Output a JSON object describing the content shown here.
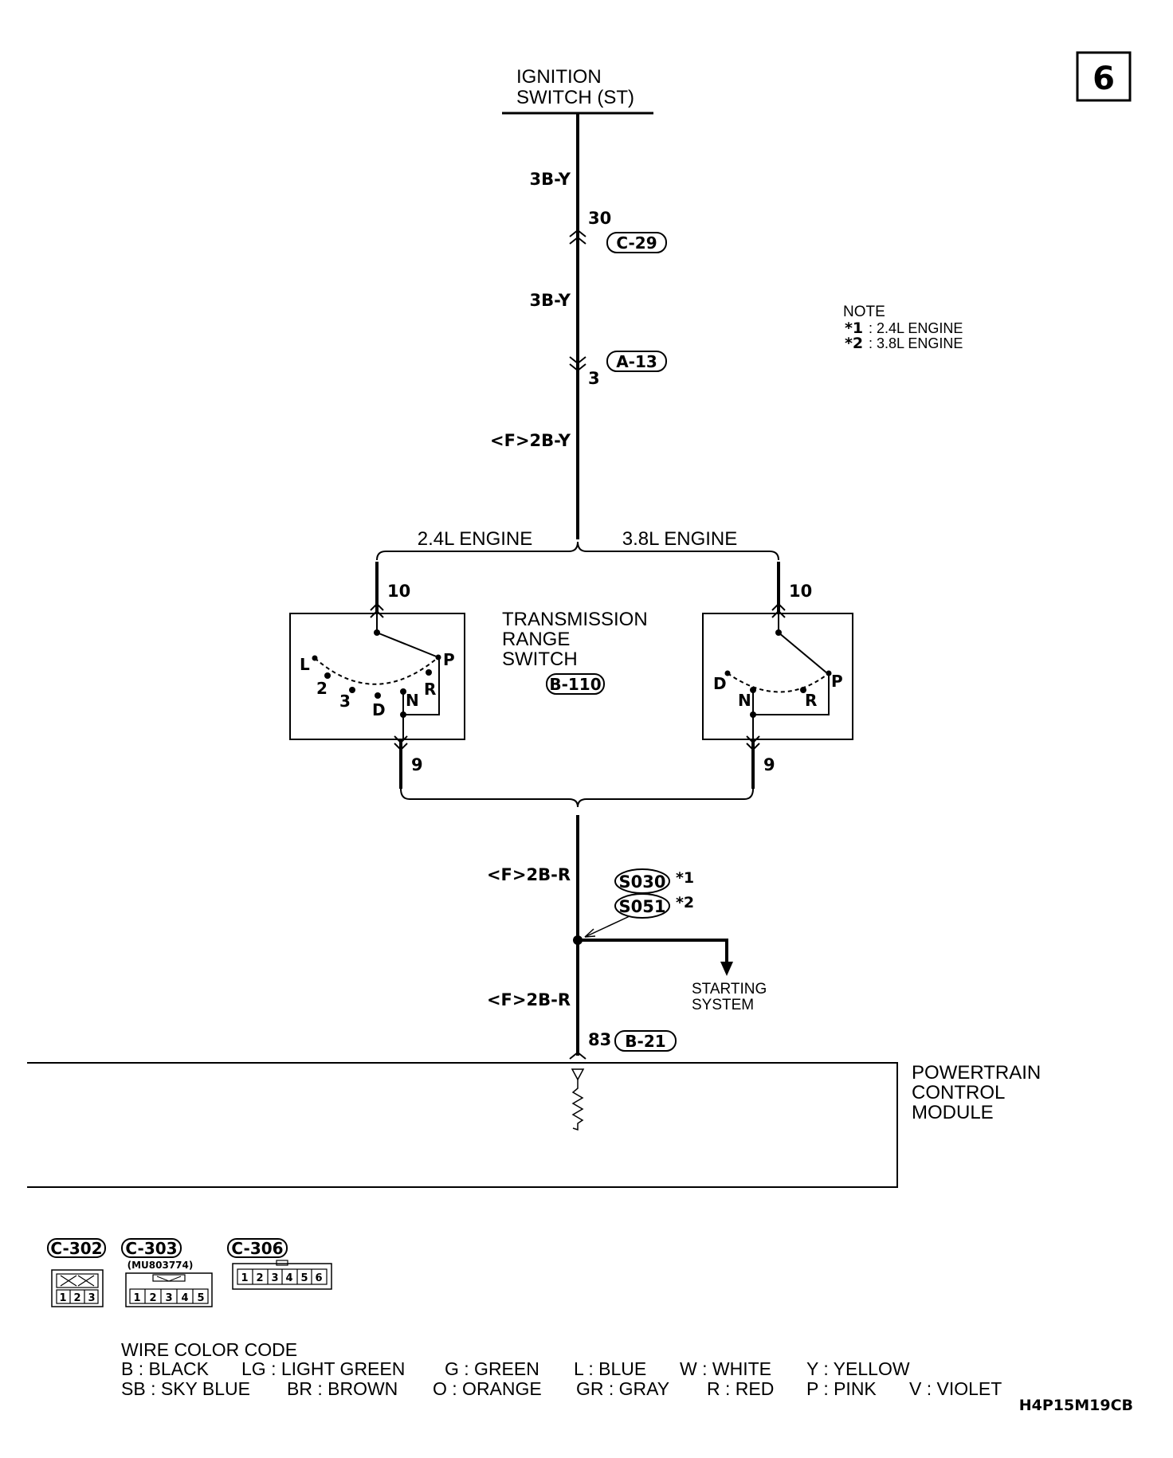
{
  "page_number": "6",
  "ignition_switch": {
    "line1": "IGNITION",
    "line2": "SWITCH (ST)"
  },
  "wires": {
    "w1": "3B-Y",
    "w2": "3B-Y",
    "w3": "<F>2B-Y",
    "w4": "<F>2B-R",
    "w5": "<F>2B-R"
  },
  "connectors": {
    "c29": {
      "id": "C-29",
      "pin": "30"
    },
    "a13": {
      "id": "A-13",
      "pin": "3"
    },
    "b110": "B-110",
    "b21": {
      "id": "B-21",
      "pin": "83"
    }
  },
  "note": {
    "title": "NOTE",
    "n1_mark": "*1",
    "n1": ": 2.4L ENGINE",
    "n2_mark": "*2",
    "n2": ": 3.8L ENGINE"
  },
  "engines": {
    "left": "2.4L ENGINE",
    "right": "3.8L ENGINE"
  },
  "trs": {
    "line1": "TRANSMISSION",
    "line2": "RANGE",
    "line3": "SWITCH"
  },
  "trs_pins": {
    "left_top": "10",
    "left_bottom": "9",
    "right_top": "10",
    "right_bottom": "9"
  },
  "trs_left_positions": [
    "L",
    "2",
    "3",
    "D",
    "N",
    "R",
    "P"
  ],
  "trs_right_positions": [
    "D",
    "N",
    "R",
    "P"
  ],
  "splices": {
    "s1": "S030",
    "s1_mark": "*1",
    "s2": "S051",
    "s2_mark": "*2"
  },
  "starting_system": {
    "line1": "STARTING",
    "line2": "SYSTEM"
  },
  "pcm": {
    "line1": "POWERTRAIN",
    "line2": "CONTROL",
    "line3": "MODULE"
  },
  "connector_views": {
    "c302": {
      "id": "C-302",
      "pins": [
        "1",
        "2",
        "3"
      ]
    },
    "c303": {
      "id": "C-303",
      "part": "(MU803774)",
      "pins": [
        "1",
        "2",
        "3",
        "4",
        "5"
      ]
    },
    "c306": {
      "id": "C-306",
      "pins": [
        "1",
        "2",
        "3",
        "4",
        "5",
        "6"
      ]
    }
  },
  "color_code": {
    "title": "WIRE COLOR CODE",
    "row1": [
      "B : BLACK",
      "LG : LIGHT GREEN",
      "G : GREEN",
      "L : BLUE",
      "W : WHITE",
      "Y : YELLOW"
    ],
    "row2": [
      "SB : SKY BLUE",
      "BR : BROWN",
      "O : ORANGE",
      "GR : GRAY",
      "R : RED",
      "P : PINK",
      "V : VIOLET"
    ]
  },
  "diagram_code": "H4P15M19CB"
}
